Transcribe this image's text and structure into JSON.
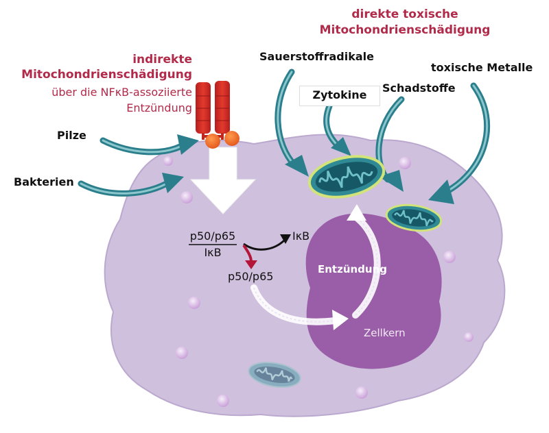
{
  "labels": {
    "indirect_title_line1": "indirekte",
    "indirect_title_line2": "Mitochondrienschädigung",
    "indirect_sub_line1": "über die NFκB-assoziierte",
    "indirect_sub_line2": "Entzündung",
    "direct_title_line1": "direkte toxische",
    "direct_title_line2": "Mitochondrienschädigung",
    "pilze": "Pilze",
    "bakterien": "Bakterien",
    "sauerstoffradikale": "Sauerstoffradikale",
    "zytokine": "Zytokine",
    "schadstoffe": "Schadstoffe",
    "toxische_metalle": "toxische Metalle",
    "complex_top": "p50/p65",
    "complex_bottom": "IκB",
    "ikb": "IκB",
    "p50p65": "p50/p65",
    "entzuendung": "Entzündung",
    "zellkern": "Zellkern"
  },
  "colors": {
    "cell": "#cfc0dd",
    "cell_edge": "#b9a6cf",
    "nucleus": "#9a5ea8",
    "teal_arrow": "#2b7f8c",
    "mito_outer": "#2f8a95",
    "mito_inner": "#175866",
    "mito_rim": "#cfe07a",
    "receptor": "#d8312a",
    "receptor_ball": "#ef6b25",
    "title_red": "#b12a4a",
    "vesicle": "#d9b9e4"
  }
}
